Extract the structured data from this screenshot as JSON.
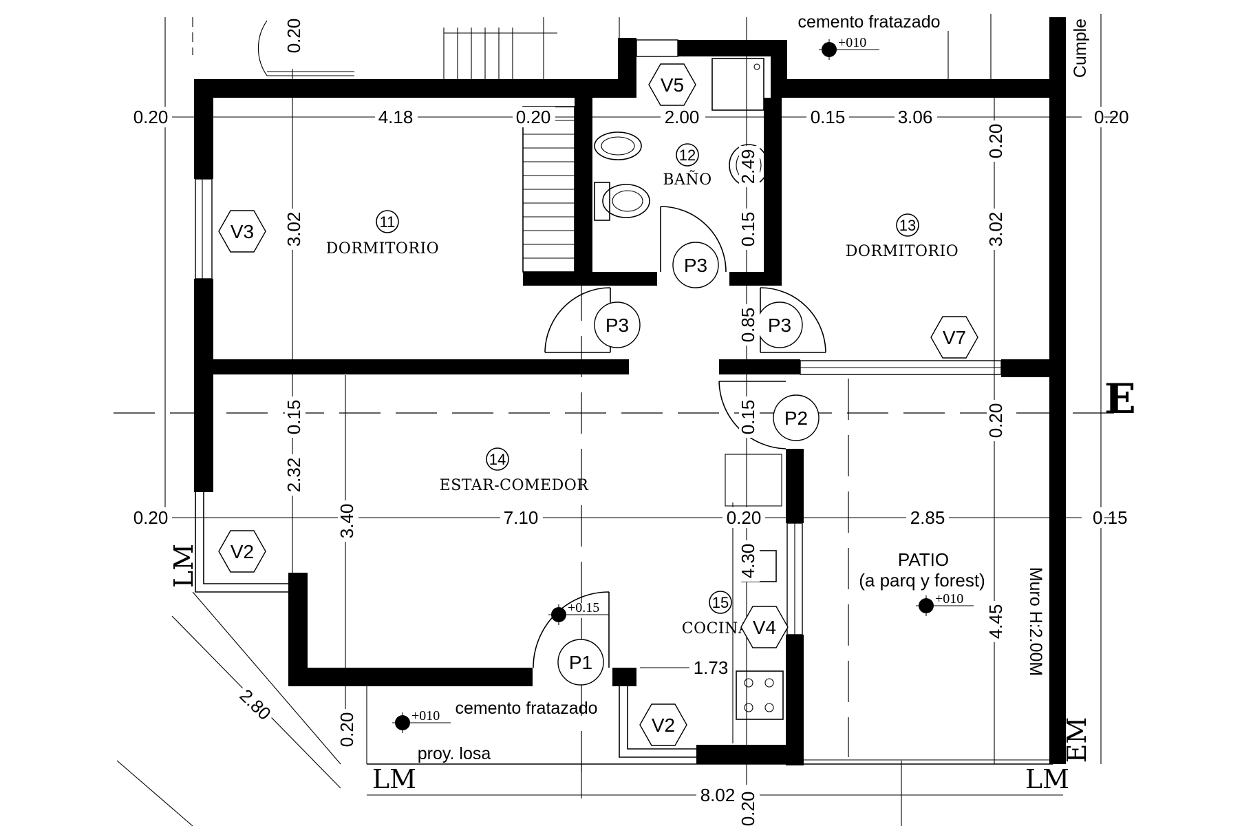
{
  "rooms": [
    {
      "number": "11",
      "name": "DORMITORIO"
    },
    {
      "number": "12",
      "name": "BAÑO"
    },
    {
      "number": "13",
      "name": "DORMITORIO"
    },
    {
      "number": "14",
      "name": "ESTAR-COMEDOR"
    },
    {
      "number": "15",
      "name": "COCINA"
    }
  ],
  "patio": {
    "name": "PATIO",
    "detail": "(a parq y forest)"
  },
  "openings": {
    "v5": "V5",
    "v3": "V3",
    "v7": "V7",
    "v2a": "V2",
    "v2b": "V2",
    "v4": "V4",
    "p3a": "P3",
    "p3b": "P3",
    "p3c": "P3",
    "p2": "P2",
    "p1": "P1"
  },
  "dimensions": {
    "top_left_margin": "0.20",
    "dorm11_width": "4.18",
    "stair_wall": "0.20",
    "bano_width": "2.00",
    "wall_015_top": "0.15",
    "dorm13_width": "3.06",
    "right_margin_top": "0.20",
    "mid_left_margin": "0.20",
    "estar_width": "7.10",
    "mid_wall": "0.20",
    "patio_width": "2.85",
    "right_margin_mid": "0.15",
    "top_0_20": "0.20",
    "dorm11_depth": "3.02",
    "wall_015_left": "0.15",
    "estar_depth_a": "2.32",
    "estar_depth_b": "3.40",
    "bano_depth": "2.49",
    "bano_wall": "0.15",
    "hall_085": "0.85",
    "hall_015": "0.15",
    "cocina_depth": "4.30",
    "dorm13_wall": "0.20",
    "dorm13_depth": "3.02",
    "patio_wall": "0.20",
    "patio_depth": "4.45",
    "cocina_width": "1.73",
    "bottom_margin": "0.20",
    "diag": "2.80",
    "total_width": "8.02",
    "bottom_0_20": "0.20"
  },
  "notes": {
    "cement_top": "cemento fratazado",
    "cement_bottom": "cemento fratazado",
    "proy_losa": "proy. losa",
    "muro": "Muro H:2.00M",
    "cumple": "Cumple",
    "lm_left": "LM",
    "lm_bottom_left": "LM",
    "lm_bottom_right": "LM",
    "em": "EM",
    "edge_letter": "E"
  },
  "levels": {
    "top": "+010",
    "estar": "+0.15",
    "patio": "+010",
    "front": "+010"
  }
}
